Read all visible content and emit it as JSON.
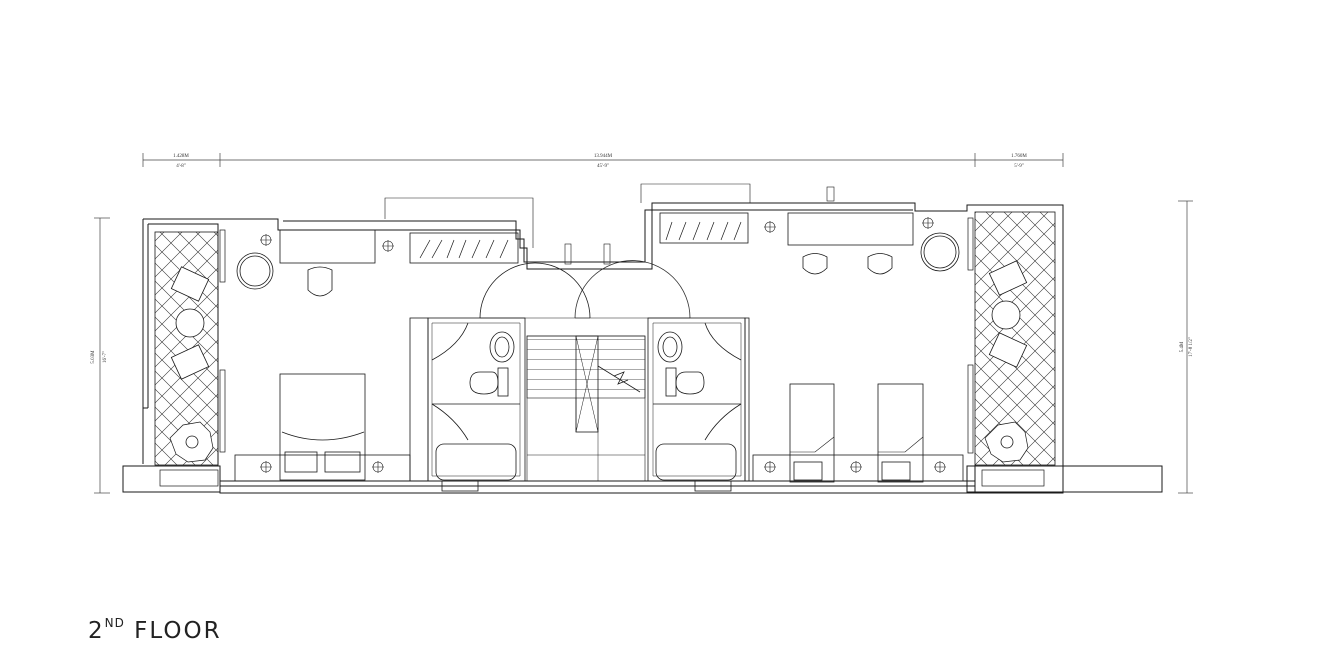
{
  "caption": {
    "number": "2",
    "suffix": "ND",
    "label": "FLOOR"
  },
  "dimensions": {
    "top_left": {
      "metric": "1.428M",
      "imperial": "4'-8\""
    },
    "top_center": {
      "metric": "13.944M",
      "imperial": "45'-9\""
    },
    "top_right": {
      "metric": "1.760M",
      "imperial": "5'-9\""
    },
    "left": {
      "metric": "5.03M",
      "imperial": "16'-7\""
    },
    "right": {
      "metric": "5.4M",
      "imperial": "17'-8 1/2\""
    }
  },
  "colors": {
    "line": "#1a1a1a",
    "dim_line": "#444444",
    "background": "#ffffff"
  }
}
